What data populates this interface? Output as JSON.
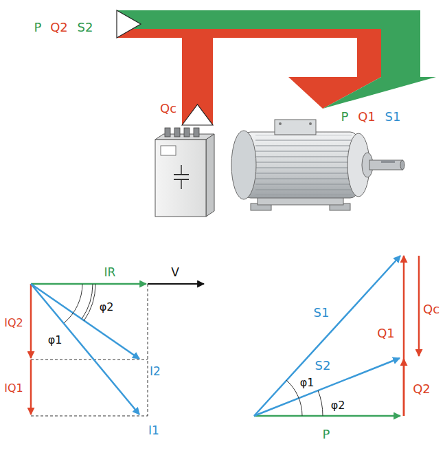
{
  "diagram": {
    "labels": [
      "P",
      "Q2",
      "S2",
      "Qc",
      "P",
      "Q1",
      "S1",
      "IR",
      "V",
      "IQ2",
      "φ1",
      "φ2",
      "I2",
      "IQ1",
      "I1",
      "S1",
      "Qc",
      "Q1",
      "S2",
      "φ1",
      "φ2",
      "Q2",
      "P"
    ]
  }
}
